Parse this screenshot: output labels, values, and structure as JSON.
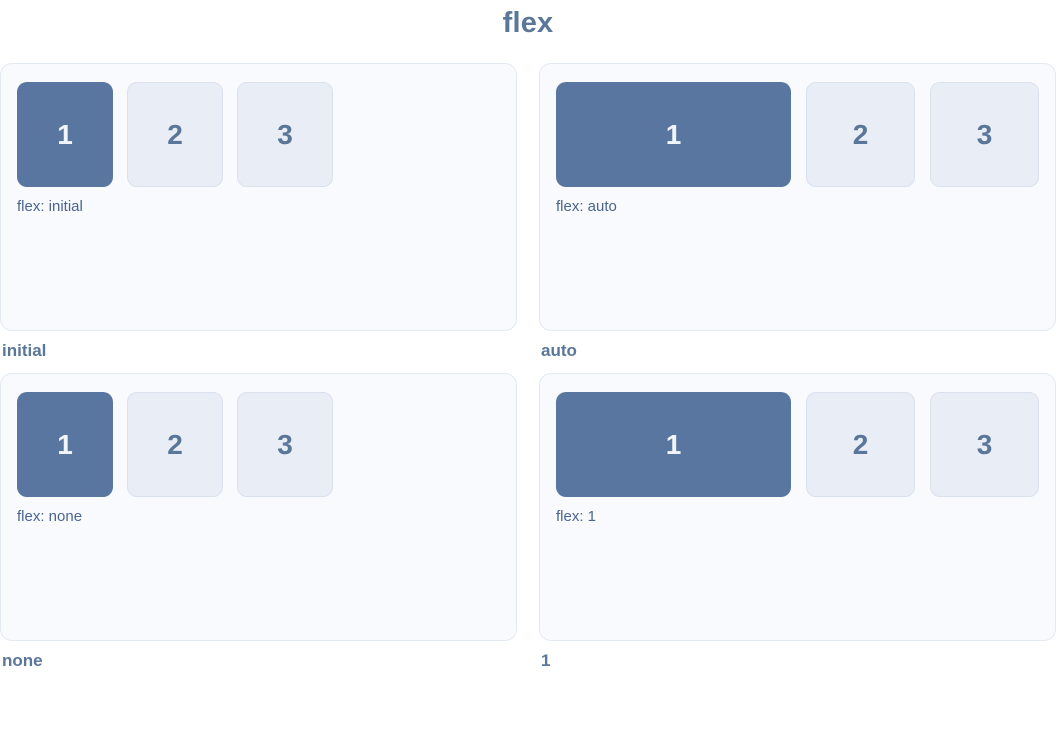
{
  "title": "flex",
  "colors": {
    "accent": "#5a7699",
    "box1_bg": "#58769f",
    "box1_text": "#f1f5fa",
    "box_light_bg": "#e9edf6",
    "box_light_border": "#d9e1ef",
    "card_bg": "#f9fafd",
    "card_border": "#e3e9f3",
    "label": "#4a6590",
    "page_bg": "#ffffff"
  },
  "panels": [
    {
      "caption": "initial",
      "label": "flex: initial",
      "boxes": [
        "1",
        "2",
        "3"
      ],
      "first_item_grows": false
    },
    {
      "caption": "auto",
      "label": "flex: auto",
      "boxes": [
        "1",
        "2",
        "3"
      ],
      "first_item_grows": true
    },
    {
      "caption": "none",
      "label": "flex: none",
      "boxes": [
        "1",
        "2",
        "3"
      ],
      "first_item_grows": false
    },
    {
      "caption": "1",
      "label": "flex: 1",
      "boxes": [
        "1",
        "2",
        "3"
      ],
      "first_item_grows": true
    }
  ]
}
